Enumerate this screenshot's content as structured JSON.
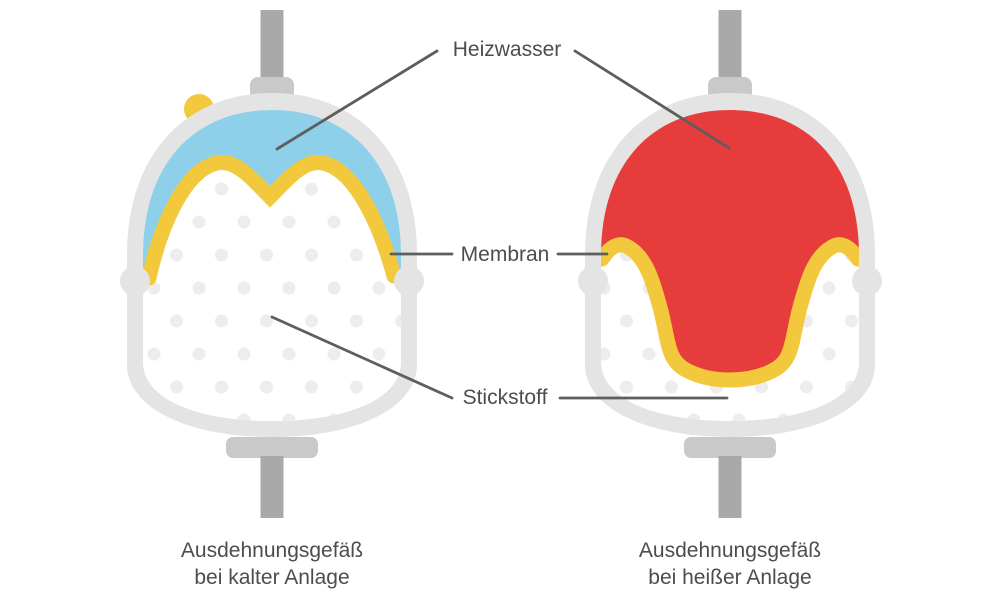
{
  "labels": {
    "heizwasser": "Heizwasser",
    "membran": "Membran",
    "stickstoff": "Stickstoff"
  },
  "vessels": {
    "cold": {
      "caption_line1": "Ausdehnungsgefäß",
      "caption_line2": "bei kalter Anlage"
    },
    "hot": {
      "caption_line1": "Ausdehnungsgefäß",
      "caption_line2": "bei heißer Anlage"
    }
  },
  "colors": {
    "shell": "#e4e4e4",
    "pipe": "#a9a9a9",
    "connector": "#c9c9c9",
    "water_cold": "#8ed0ea",
    "water_hot": "#e73c3c",
    "membrane": "#f2c83c",
    "dots": "#ededed",
    "line": "#5e5e5e",
    "text": "#4d4d4d"
  }
}
